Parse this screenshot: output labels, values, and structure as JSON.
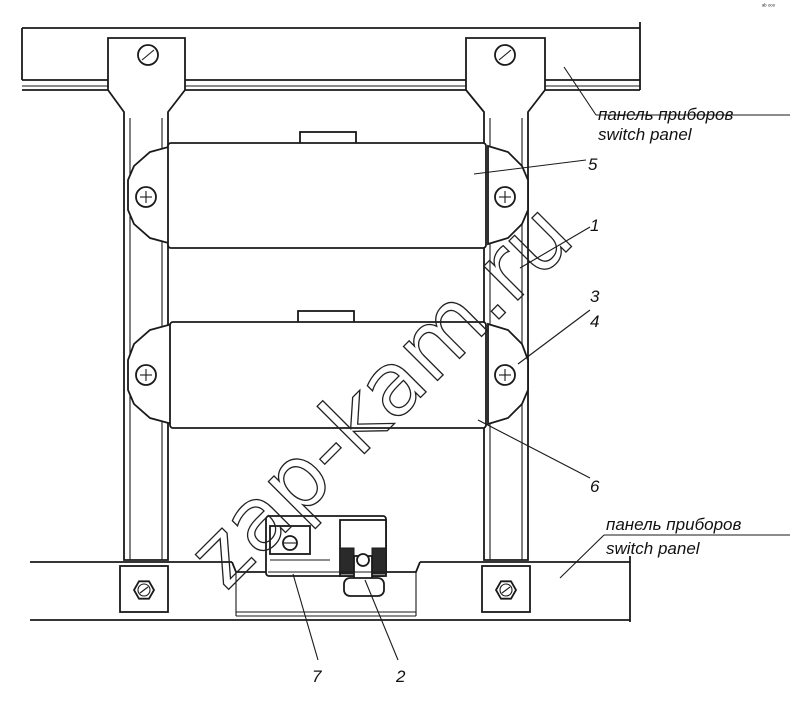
{
  "diagram": {
    "background": "#ffffff",
    "line_color": "#1a1a1a",
    "top_panel": {
      "label_ru": "панель приборов",
      "label_en": "switch panel"
    },
    "bottom_panel": {
      "label_ru": "панель приборов",
      "label_en": "switch panel"
    },
    "callouts": [
      {
        "id": "5",
        "label": "5"
      },
      {
        "id": "1",
        "label": "1"
      },
      {
        "id": "3",
        "label": "3"
      },
      {
        "id": "4",
        "label": "4"
      },
      {
        "id": "6",
        "label": "6"
      },
      {
        "id": "7",
        "label": "7"
      },
      {
        "id": "2",
        "label": "2"
      }
    ],
    "watermark": "zap-kam.ru",
    "corner_mark": "ᵃᵇ ᵒᵒᵒ",
    "icons": [
      "screw-icon",
      "hex-bolt-icon"
    ]
  }
}
